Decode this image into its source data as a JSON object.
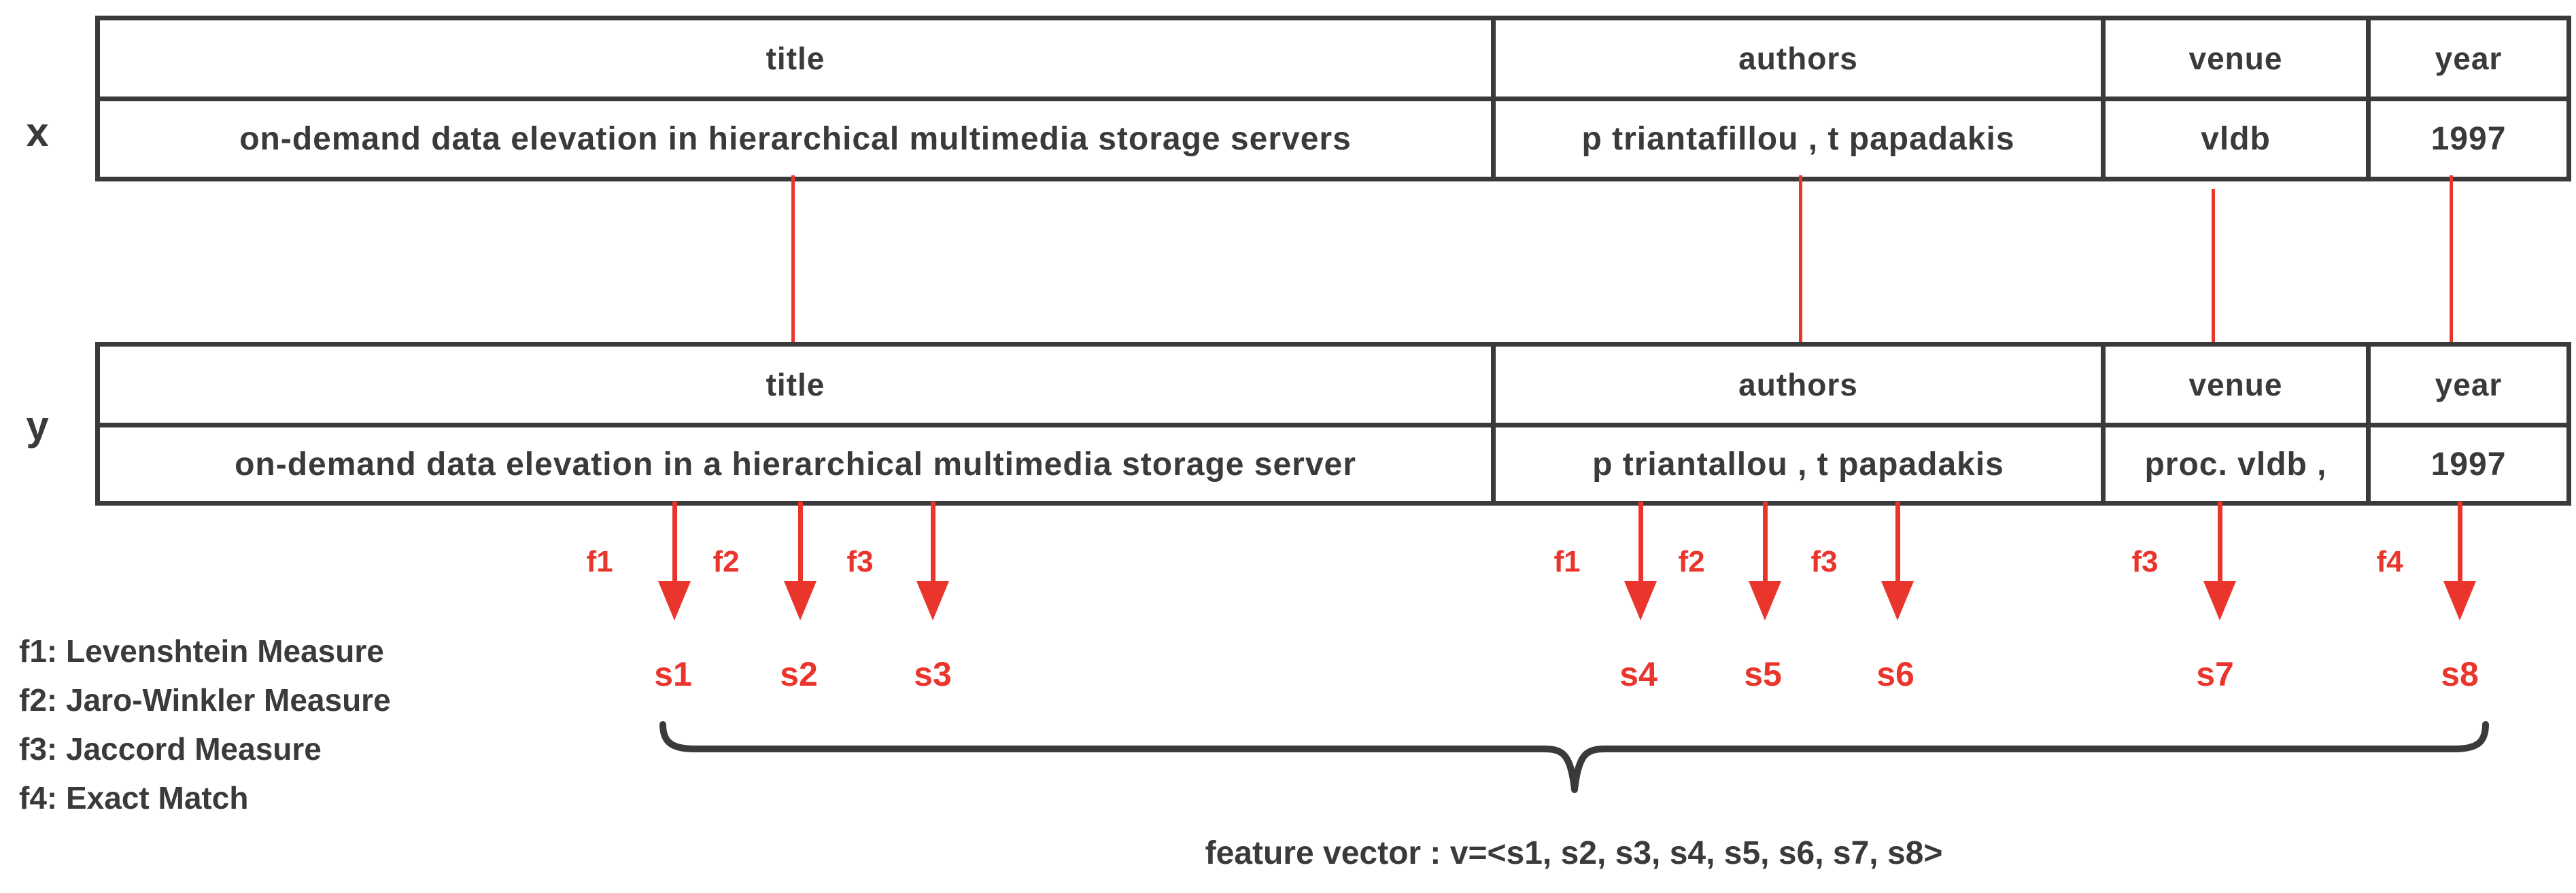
{
  "records": {
    "x": {
      "row_label": "x",
      "headers": [
        "title",
        "authors",
        "venue",
        "year"
      ],
      "values": [
        "on-demand data elevation in hierarchical multimedia storage servers",
        "p triantafillou , t papadakis",
        "vldb",
        "1997"
      ]
    },
    "y": {
      "row_label": "y",
      "headers": [
        "title",
        "authors",
        "venue",
        "year"
      ],
      "values": [
        "on-demand data elevation in a hierarchical multimedia storage server",
        "p triantallou , t papadakis",
        "proc. vldb ,",
        "1997"
      ]
    }
  },
  "similarity": {
    "function_labels": [
      "f1",
      "f2",
      "f3",
      "f1",
      "f2",
      "f3",
      "f3",
      "f4"
    ],
    "score_labels": [
      "s1",
      "s2",
      "s3",
      "s4",
      "s5",
      "s6",
      "s7",
      "s8"
    ]
  },
  "legend": {
    "items": [
      "f1: Levenshtein Measure",
      "f2: Jaro-Winkler Measure",
      "f3: Jaccord Measure",
      "f4: Exact Match"
    ]
  },
  "feature_vector": {
    "label": "feature vector : v=<s1, s2, s3, s4, s5, s6, s7, s8>"
  },
  "colors": {
    "accent_red": "#ea352c",
    "ink": "#3a3a3a"
  }
}
